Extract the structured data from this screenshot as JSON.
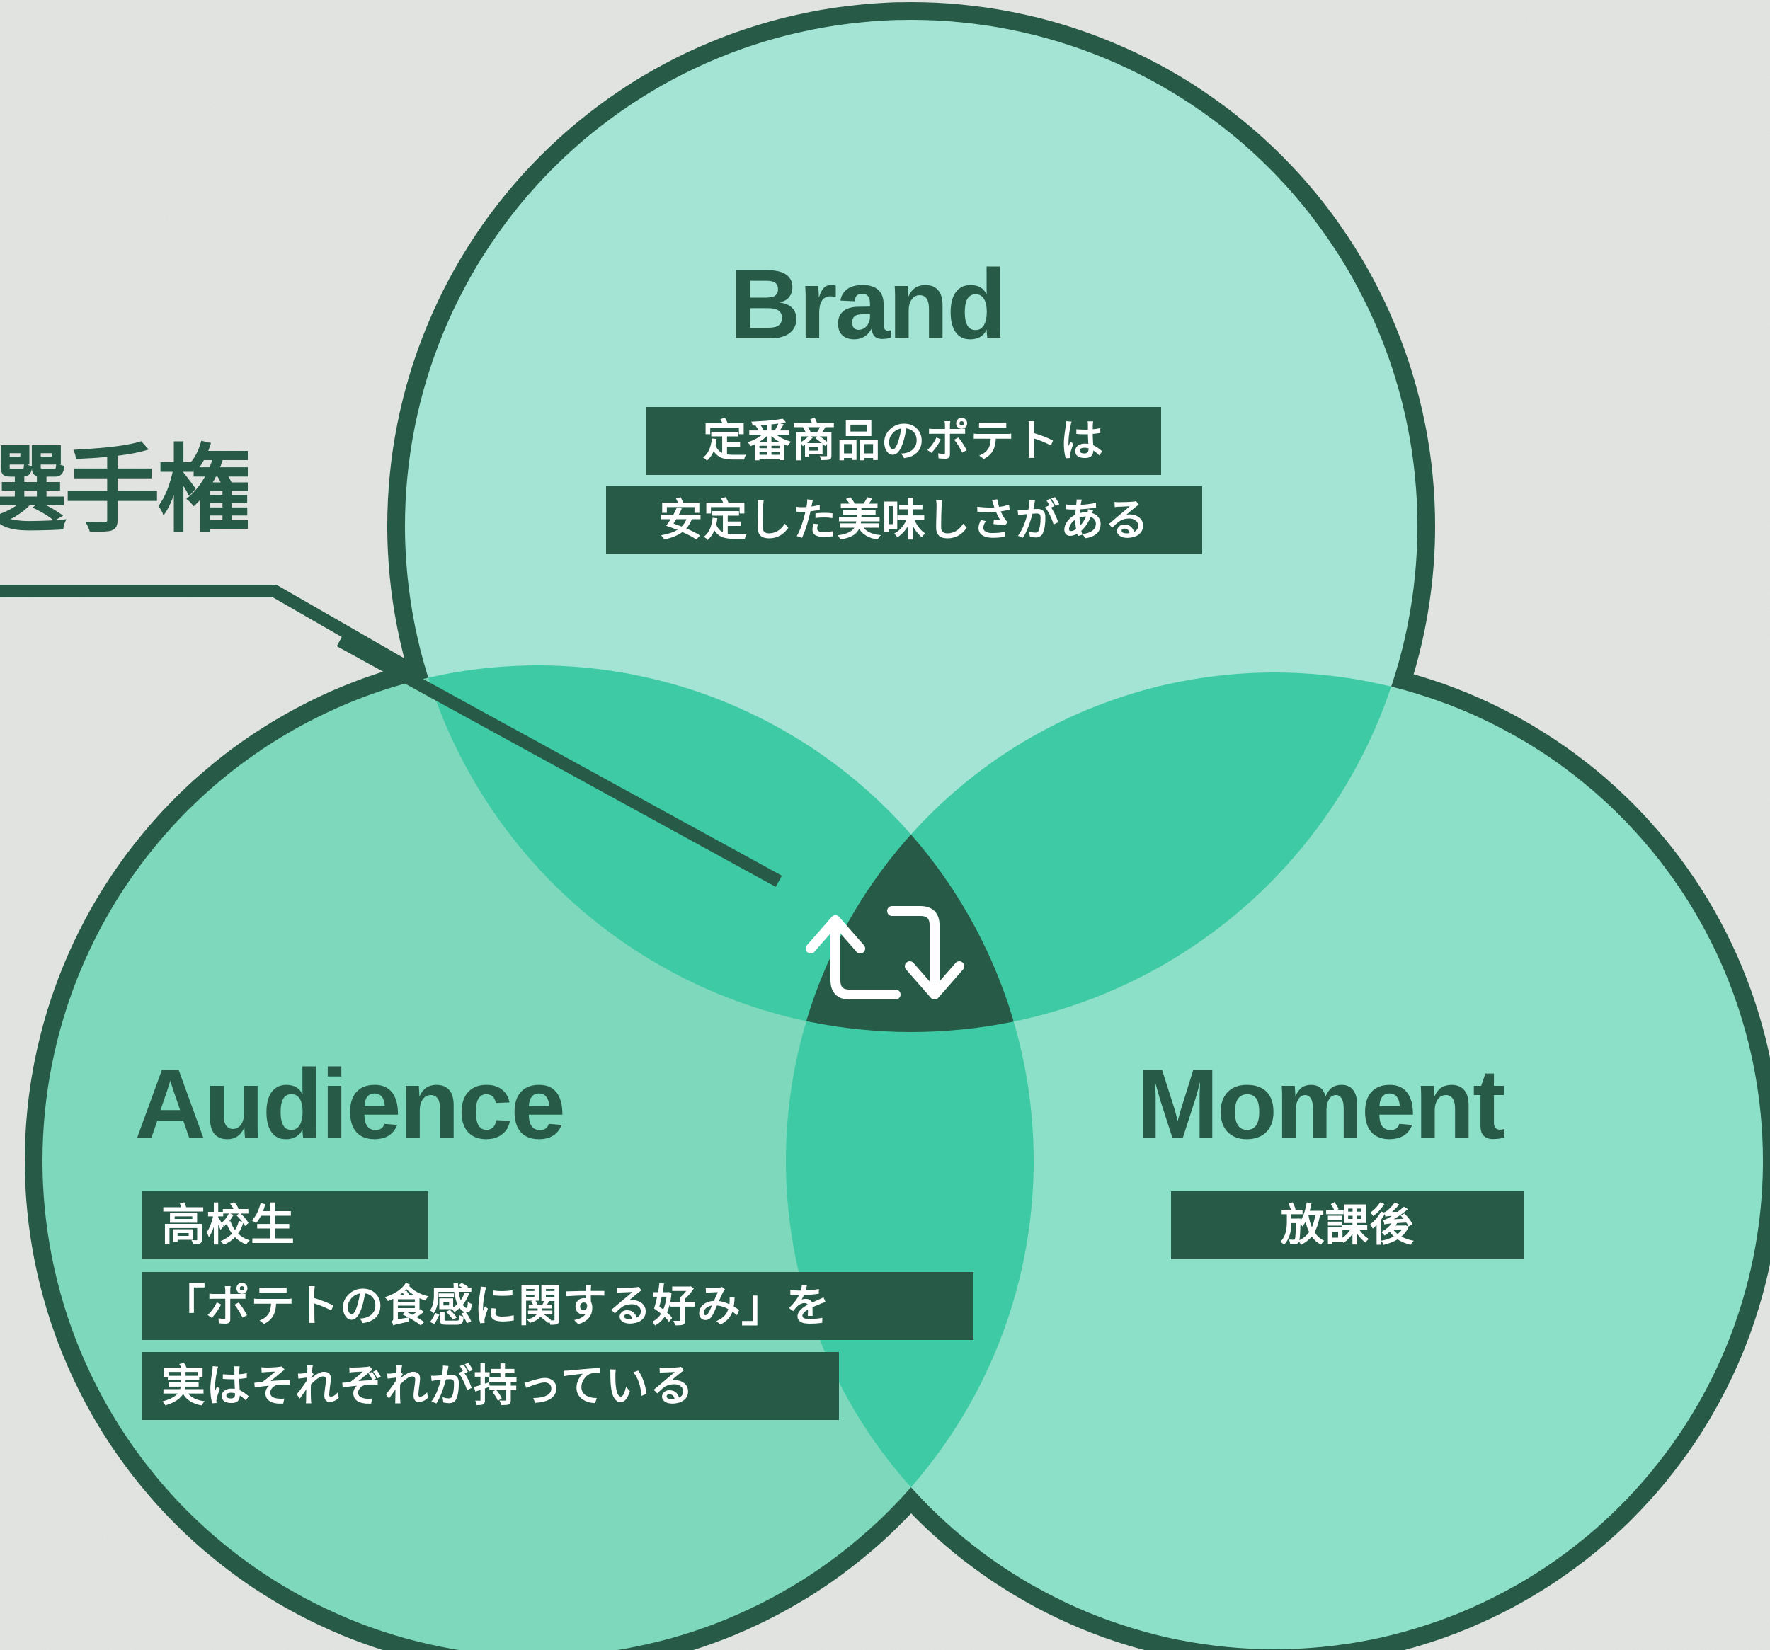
{
  "page": {
    "title_fragment": "選手権"
  },
  "circles": {
    "brand": {
      "title": "Brand",
      "lines": [
        "定番商品のポテトは",
        "安定した美味しさがある"
      ]
    },
    "audience": {
      "title": "Audience",
      "lines": [
        "高校生",
        "「ポテトの食感に関する好み」を",
        "実はそれぞれが持っている"
      ]
    },
    "moment": {
      "title": "Moment",
      "lines": [
        "放課後"
      ]
    }
  },
  "center": {
    "icon": "repeat-arrows-icon"
  },
  "colors": {
    "outline": "#275a47",
    "brand_fill": "#a3e4d4",
    "audience_fill": "#7dd8bc",
    "moment_fill": "#8de0c8",
    "overlap_fill": "#3ecaa4",
    "center_fill": "#275a47",
    "background": "#e4e6e4",
    "label_bg": "#275a47",
    "label_text": "#ffffff"
  }
}
